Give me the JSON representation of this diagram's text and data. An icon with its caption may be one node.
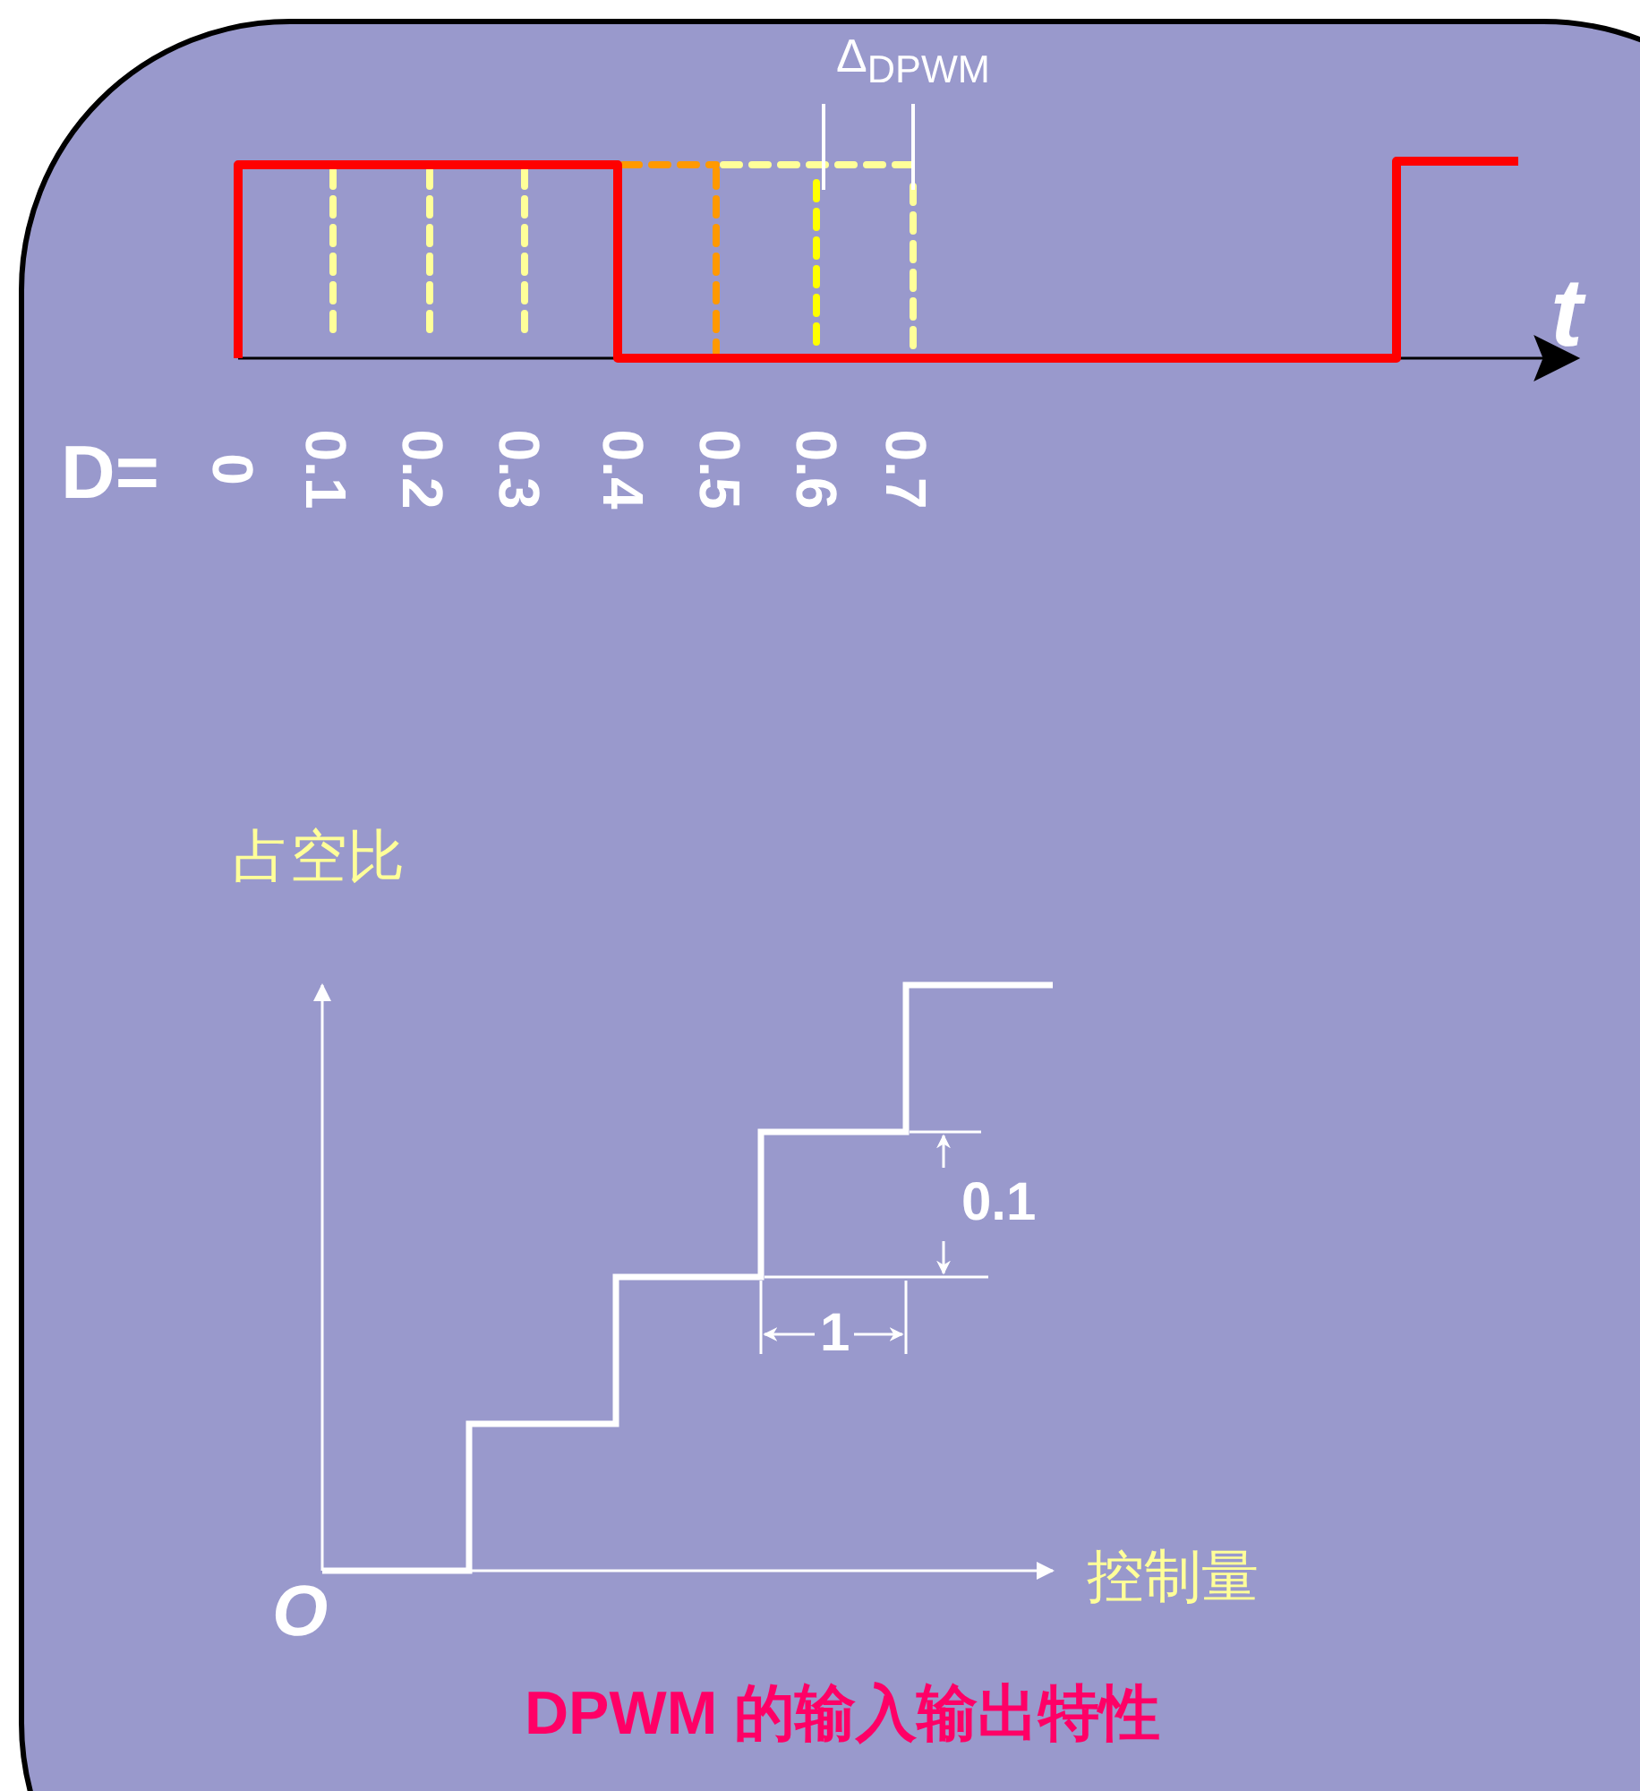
{
  "diagram": {
    "caption": "DPWM 的输入输出特性",
    "labels": [
      "Δ$_{DPWM}$",
      "t",
      "D=",
      "0",
      "0.1",
      "0.2",
      "0.3",
      "0.4",
      "0.5",
      "0.6",
      "0.7",
      "占空比",
      "0.1",
      "1",
      "控制量",
      "O"
    ]
  }
}
